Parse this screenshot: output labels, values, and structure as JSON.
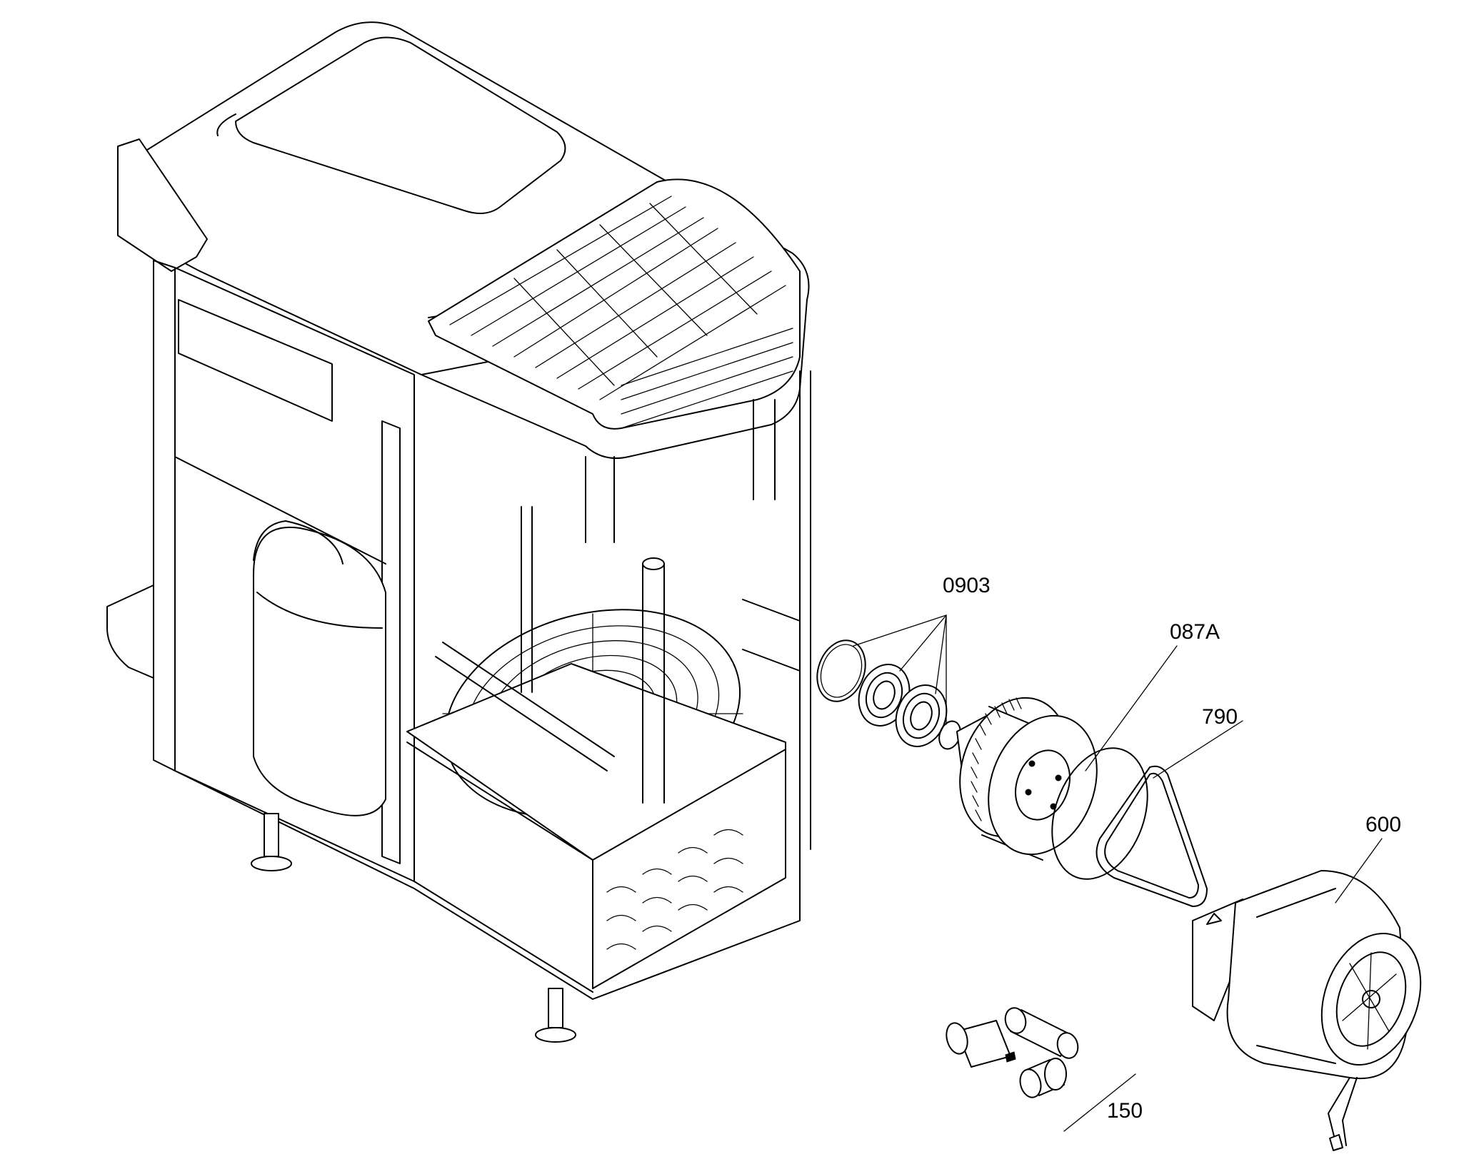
{
  "callouts": {
    "seals": "0903",
    "pulley": "087A",
    "belt": "790",
    "motor": "600",
    "capacitors": "150"
  }
}
